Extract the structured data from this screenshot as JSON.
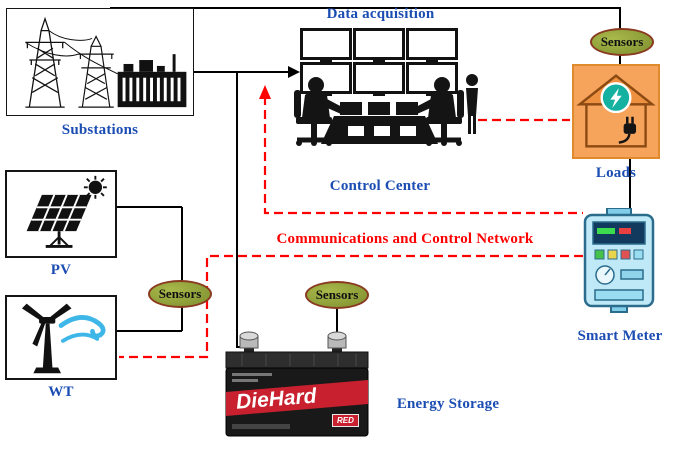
{
  "labels": {
    "substations": "Substations",
    "data_acquisition": "Data acquisition",
    "control_center": "Control Center",
    "loads": "Loads",
    "pv": "PV",
    "wt": "WT",
    "smart_meter": "Smart Meter",
    "energy_storage": "Energy Storage",
    "network": "Communications and Control Network"
  },
  "sensors": {
    "label": "Sensors"
  },
  "battery": {
    "brand": "DieHard",
    "series": "RED"
  },
  "colors": {
    "label_blue": "#1b4db3",
    "network_red": "#ff0000",
    "power_line_black": "#000000",
    "comms_line_red": "#ff0000",
    "sensor_fill": "#8ca03c",
    "sensor_border": "#8a3a20",
    "loads_orange": "#f6a45c",
    "loads_border": "#e08a2e",
    "battery_red": "#c8202e",
    "meter_blue": "#bfe9f6",
    "wind_blue": "#3eb7e8",
    "bolt_circle_teal": "#14b0a0"
  }
}
